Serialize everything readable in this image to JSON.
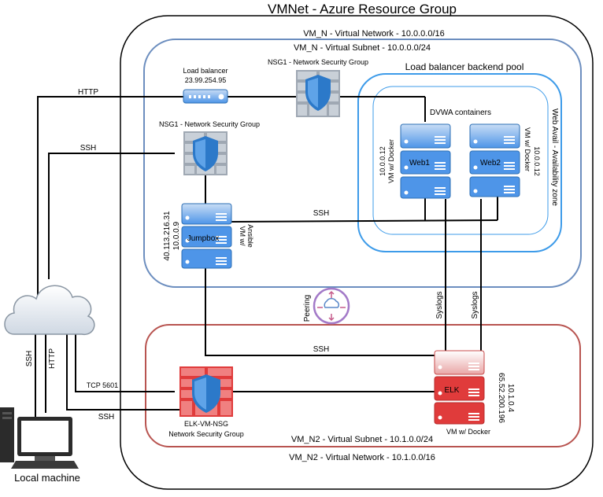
{
  "resource_group": {
    "title": "VMNet - Azure Resource Group"
  },
  "vnet1": {
    "title": "VM_N - Virtual Network - 10.0.0.0/16",
    "subnet": "VM_N - Virtual Subnet - 10.0.0.0/24"
  },
  "vnet2": {
    "title": "VM_N2 - Virtual Network - 10.1.0.0/16",
    "subnet": "VM_N2 - Virtual Subnet - 10.1.0.0/24"
  },
  "backend_pool": {
    "title": "Load balancer backend pool",
    "zone": "Web Avail - Availability zone",
    "containers": "DVWA containers"
  },
  "load_balancer": {
    "name": "Load balancer",
    "ip": "23.99.254.95"
  },
  "nsg1_top": {
    "label": "NSG1 - Network Security Group"
  },
  "nsg1_left": {
    "label": "NSG1 - Network Security Group"
  },
  "elk_nsg": {
    "name": "ELK-VM-NSG",
    "label": "Network Security Group"
  },
  "web1": {
    "name": "Web1",
    "ip": "10.0.0.12",
    "role": "VM w/ Docker"
  },
  "web2": {
    "name": "Web2",
    "ip": "10.0.0.12",
    "role": "VM w/ Docker"
  },
  "jumpbox": {
    "name": "Jumpbox",
    "public_ip": "40.113.216.31",
    "private_ip": "10.0.0.9",
    "role_line1": "VM w/",
    "role_line2": "Ansible"
  },
  "elk": {
    "name": "ELK",
    "public_ip": "65.52.200.196",
    "private_ip": "10.1.0.4",
    "role": "VM w/ Docker"
  },
  "peering": {
    "label": "Peering"
  },
  "connections": {
    "http_top": "HTTP",
    "ssh_left": "SSH",
    "ssh_jump_web": "SSH",
    "ssh_jump_elk": "SSH",
    "syslogs_1": "Syslogs",
    "syslogs_2": "Syslogs",
    "tcp": "TCP  5601",
    "ssh_elk": "SSH",
    "ssh_local": "SSH",
    "http_local": "HTTP"
  },
  "local_machine": {
    "label": "Local machine"
  },
  "colors": {
    "vnet1_border": "#6c8ebf",
    "backend_border": "#3d9be9",
    "vnet2_border": "#b85450",
    "server_blue": "#4e95e8",
    "server_red": "#e03b3b",
    "shield_blue": "#2c79c9",
    "peering_purple": "#a37ac8"
  },
  "icons": [
    "cloud-icon",
    "computer-icon",
    "firewall-shield-icon",
    "server-icon",
    "load-balancer-icon",
    "peering-icon"
  ]
}
